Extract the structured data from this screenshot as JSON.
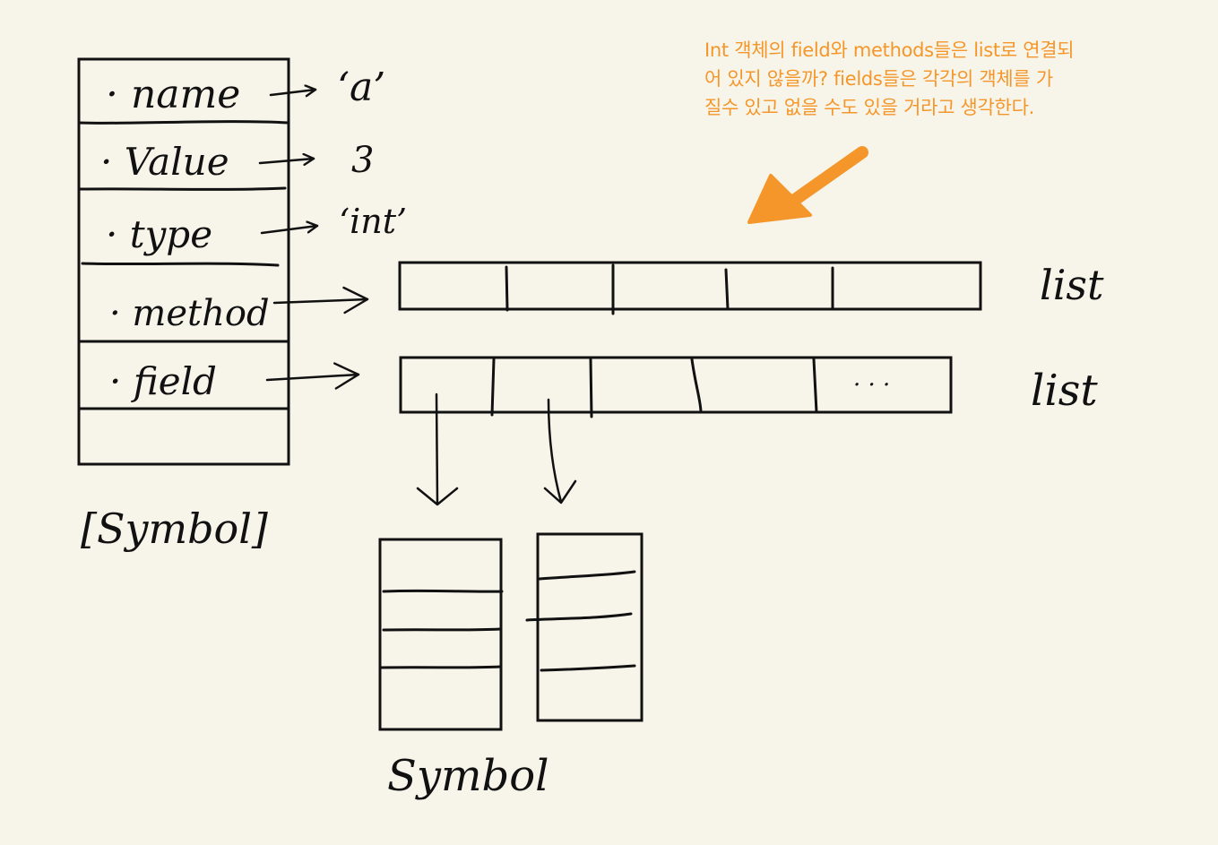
{
  "annotation": {
    "lines": [
      "Int 객체의 field와 methods들은 list로 연결되",
      "어 있지 않을까? fields들은 각각의 객체를 가",
      "질수 있고 없을 수도 있을 거라고 생각한다."
    ],
    "color": "#f5962a"
  },
  "symbol_table": {
    "caption": "[Symbol]",
    "rows": [
      {
        "field": "· name",
        "target": "‘a’"
      },
      {
        "field": "· Value",
        "target": "3"
      },
      {
        "field": "· type",
        "target": "‘int’"
      },
      {
        "field": "· method",
        "target": ""
      },
      {
        "field": "· field",
        "target": ""
      }
    ]
  },
  "lists": {
    "method_label": "list",
    "field_label": "list",
    "ellipsis": "· · ·"
  },
  "child_symbol": {
    "caption": "Symbol"
  },
  "colors": {
    "ink": "#111111",
    "background": "#f7f5ea",
    "note": "#f5962a"
  }
}
